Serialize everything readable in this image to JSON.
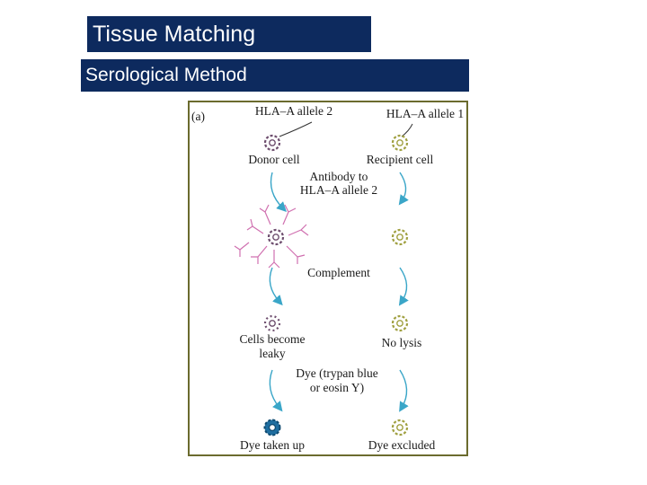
{
  "slide": {
    "title": "Tissue Matching",
    "subtitle": "Serological Method"
  },
  "figure": {
    "panel_label": "(a)",
    "donor_allele": "HLA–A allele 2",
    "recipient_allele": "HLA–A allele 1",
    "donor_cell": "Donor cell",
    "recipient_cell": "Recipient cell",
    "step1_line1": "Antibody to",
    "step1_line2": "HLA–A allele 2",
    "step2": "Complement",
    "donor_result_line1": "Cells become",
    "donor_result_line2": "leaky",
    "recipient_result": "No lysis",
    "step3_line1": "Dye (trypan blue",
    "step3_line2": "or eosin Y)",
    "donor_final": "Dye taken up",
    "recipient_final": "Dye excluded",
    "colors": {
      "donor_cell": "#6e4e6e",
      "recipient_cell": "#a0a040",
      "antibody": "#d070b0",
      "arrow": "#3aa6c8",
      "stained_cell": "#1f6ea0",
      "frame": "#6b6b2e"
    }
  }
}
